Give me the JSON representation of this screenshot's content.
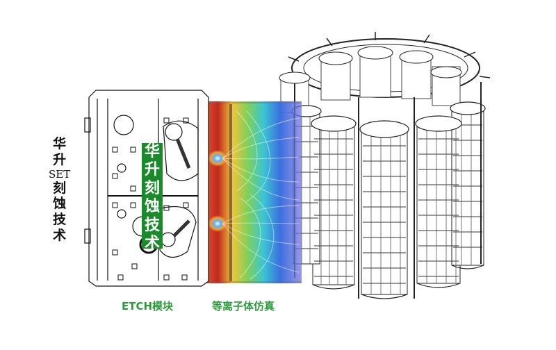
{
  "left_title": {
    "line1": "华",
    "line2": "升",
    "line3": "SET",
    "line4": "刻",
    "line5": "蚀",
    "line6": "技",
    "line7": "术"
  },
  "green_title": {
    "c1": "华",
    "c2": "升",
    "c3": "刻",
    "c4": "蚀",
    "c5": "技",
    "c6": "术"
  },
  "captions": {
    "etch_module": "ETCH模块",
    "plasma_sim": "等离子体仿真"
  },
  "colors": {
    "accent_green": "#1a8a2a",
    "caption_green": "#2a9a3a"
  },
  "icons": [
    "etch-module-drawing",
    "plasma-field-simulation",
    "carousel-reactor-drawing"
  ]
}
